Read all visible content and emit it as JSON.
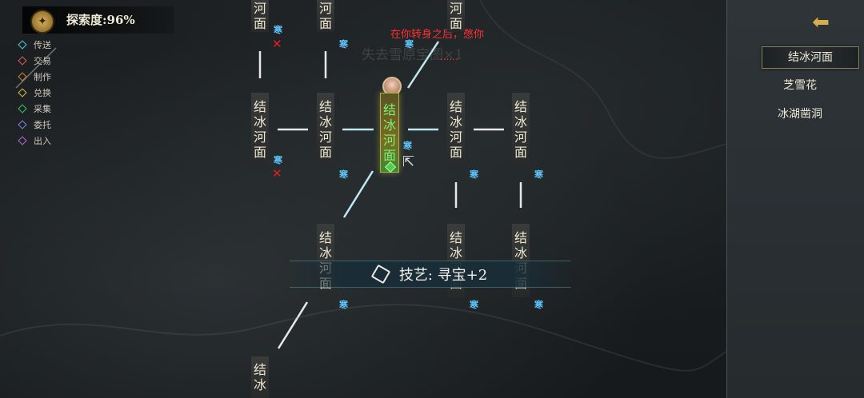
{
  "header": {
    "explore_label": "探索度:",
    "explore_value": "96%"
  },
  "legend": [
    {
      "label": "传送",
      "color": "#4fd0d0"
    },
    {
      "label": "交易",
      "color": "#e05a5a"
    },
    {
      "label": "制作",
      "color": "#d0862a"
    },
    {
      "label": "兑换",
      "color": "#d8c040"
    },
    {
      "label": "采集",
      "color": "#3cc860"
    },
    {
      "label": "委托",
      "color": "#7a8ae0"
    },
    {
      "label": "出入",
      "color": "#b070d0"
    }
  ],
  "map": {
    "node_chars": [
      "结",
      "冰",
      "河",
      "面"
    ],
    "top_stub_chars": [
      "河",
      "面"
    ],
    "cold_label": "寒",
    "x_mark": "✕",
    "annotation": "在你转身之后，憋你",
    "annotation_dots": "......",
    "faded_text": "失去雪原宝图×1"
  },
  "toast": {
    "text": "技艺: 寻宝+2"
  },
  "right_panel": {
    "back_icon": "back-arrow-icon",
    "locations": [
      {
        "label": "结冰河面",
        "selected": true
      },
      {
        "label": "芝雪花",
        "selected": false
      },
      {
        "label": "冰湖凿洞",
        "selected": false
      }
    ]
  }
}
